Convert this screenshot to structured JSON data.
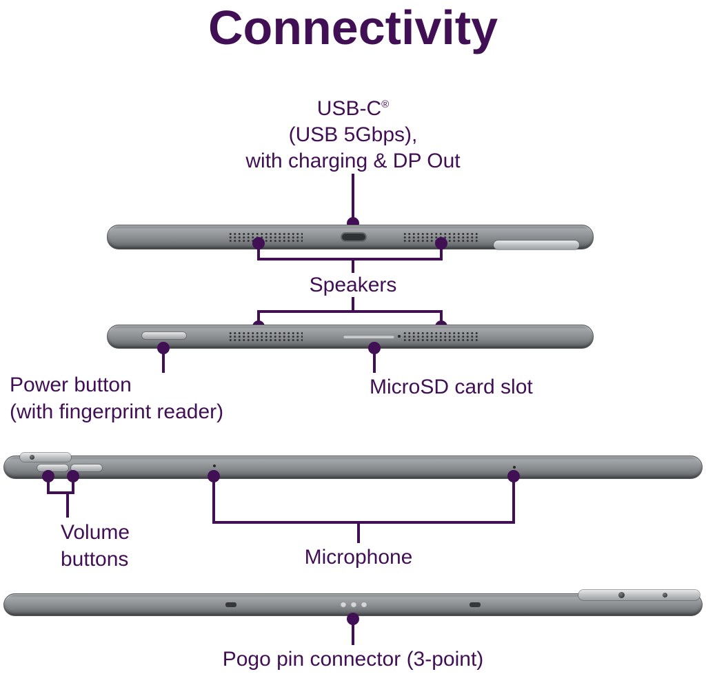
{
  "title": "Connectivity",
  "accent_color": "#410F54",
  "callouts": {
    "usb_c": {
      "name": "USB-C",
      "reg": "®",
      "line2": "(USB 5Gbps),",
      "line3": "with charging & DP Out"
    },
    "speakers": {
      "label": "Speakers"
    },
    "power_button": {
      "line1": "Power button",
      "line2": "(with fingerprint reader)"
    },
    "microsd": {
      "label": "MicroSD card slot"
    },
    "volume": {
      "line1": "Volume",
      "line2": "buttons"
    },
    "microphone": {
      "label": "Microphone"
    },
    "pogo": {
      "label": "Pogo pin connector (3-point)"
    }
  }
}
